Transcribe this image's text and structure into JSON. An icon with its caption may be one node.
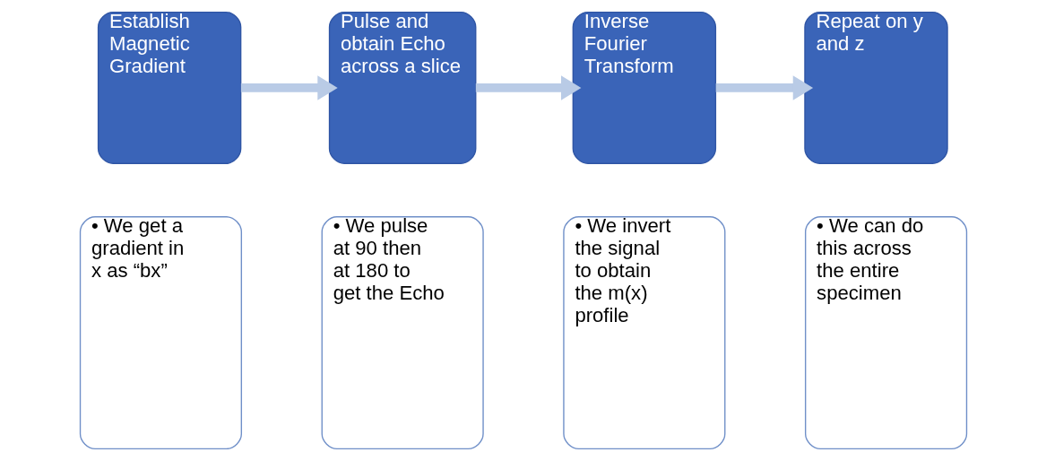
{
  "diagram": {
    "nodes": [
      {
        "text": [
          "Establish Magnetic Gradient"
        ]
      },
      {
        "text": [
          "Pulse and obtain Echo across a slice"
        ]
      },
      {
        "text": [
          "Inverse Fourier Transform"
        ]
      },
      {
        "text": [
          "Repeat on y and z"
        ]
      },
      {
        "text": [
          "• We get a gradient in x as “bx”"
        ]
      },
      {
        "text": [
          "• We pulse at 90 then at 180 to get the Echo"
        ]
      },
      {
        "text": [
          "• We invert the signal to obtain the m(x) profile"
        ]
      },
      {
        "text": [
          "• We can do this across the entire specimen"
        ]
      }
    ],
    "edges": [
      {
        "from": 0,
        "to": 1,
        "arrow": "to"
      },
      {
        "from": 1,
        "to": 2,
        "arrow": "to"
      },
      {
        "from": 2,
        "to": 3,
        "arrow": "to"
      }
    ]
  }
}
